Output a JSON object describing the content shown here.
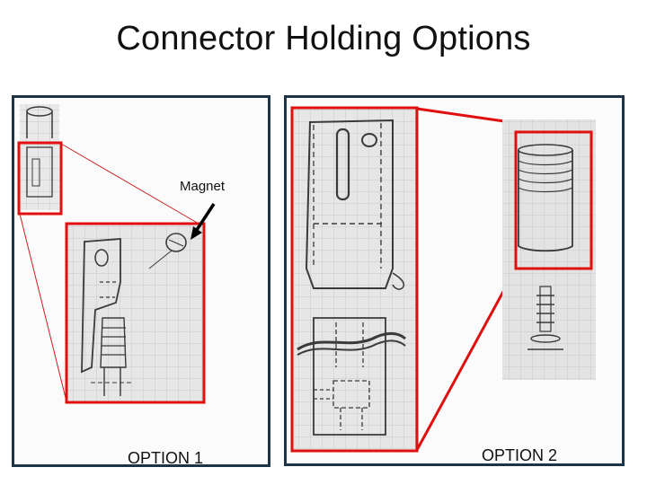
{
  "title": "Connector Holding Options",
  "option_1": {
    "label": "OPTION 1",
    "annotation": "Magnet"
  },
  "option_2": {
    "label": "OPTION 2"
  },
  "colors": {
    "frame": "#1f3346",
    "highlight": "#e01010",
    "pencil": "#3a3a3a",
    "paper": "#e9e9e9",
    "grid": "#c8c8c8"
  }
}
